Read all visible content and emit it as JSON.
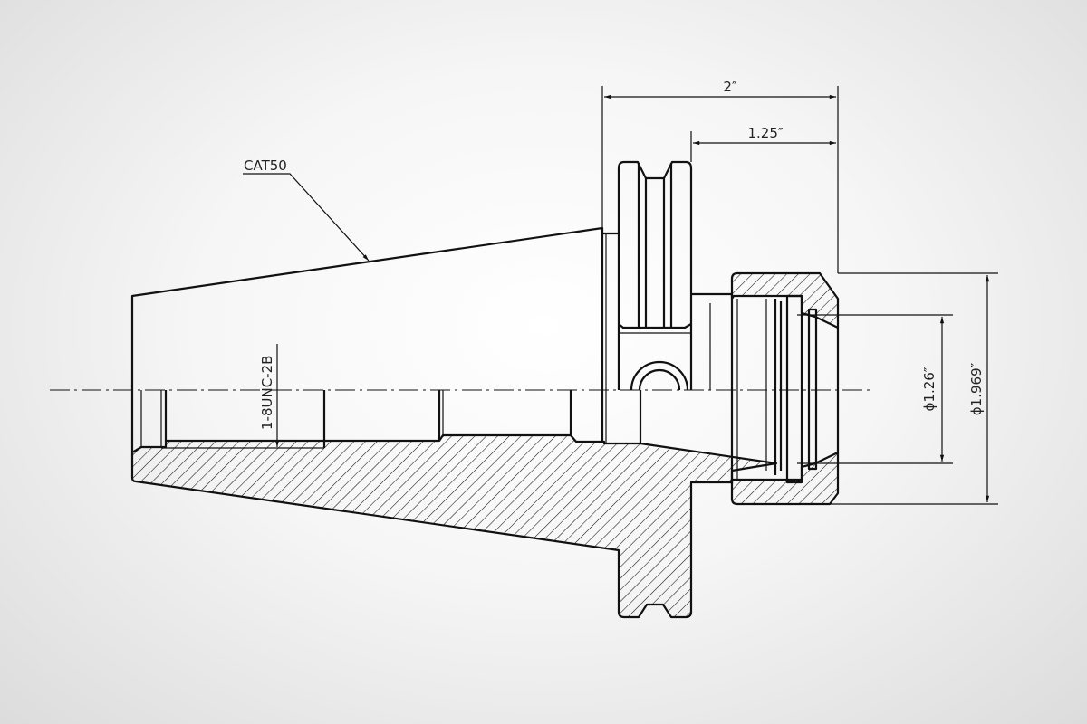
{
  "title": "CAT50 tool holder drawing",
  "labels": {
    "taper": "CAT50",
    "thread": "1-8UNC-2B",
    "dim_overall_length": "2″",
    "dim_nut_length": "1.25″",
    "dim_inner_diameter": "ϕ1.26″",
    "dim_outer_diameter": "ϕ1.969″"
  },
  "colors": {
    "line": "#111111",
    "background": "#f4f4f4"
  }
}
